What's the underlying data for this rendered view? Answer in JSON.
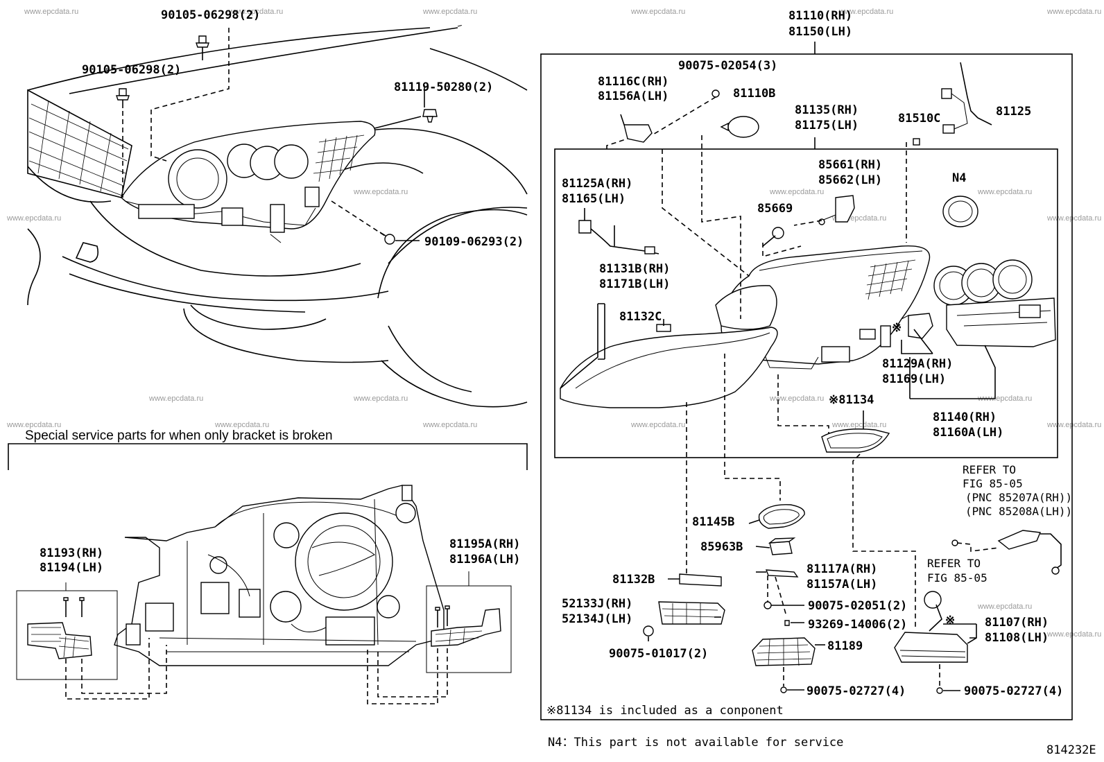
{
  "section_heading": "Special service parts for when only bracket is broken",
  "footnote_included": "※81134 is included as a conponent",
  "footnote_n4": "N4：This part is not available for service",
  "figure_code": "814232E",
  "watermark": "www.epcdata.ru",
  "refer_1": [
    "REFER TO",
    "FIG 85-05",
    "(PNC 85207A(RH))",
    "(PNC 85208A(LH))"
  ],
  "refer_2": [
    "REFER TO",
    "FIG 85-05"
  ],
  "labels": {
    "l_90105_a": "90105-06298(2)",
    "l_90105_b": "90105-06298(2)",
    "l_81119": "81119-50280(2)",
    "l_90109": "90109-06293(2)",
    "l_81110": [
      "81110(RH)",
      "81150(LH)"
    ],
    "l_90075_02054": "90075-02054(3)",
    "l_81116c": [
      "81116C(RH)",
      "81156A(LH)"
    ],
    "l_81110b": "81110B",
    "l_81135": [
      "81135(RH)",
      "81175(LH)"
    ],
    "l_81510c": "81510C",
    "l_81125": "81125",
    "l_85661": [
      "85661(RH)",
      "85662(LH)"
    ],
    "l_n4": "N4",
    "l_81125a": [
      "81125A(RH)",
      "81165(LH)"
    ],
    "l_85669": "85669",
    "l_81131b": [
      "81131B(RH)",
      "81171B(LH)"
    ],
    "l_81132c": "81132C",
    "l_81129a": [
      "81129A(RH)",
      "81169(LH)"
    ],
    "l_81134": "※81134",
    "l_81140": [
      "81140(RH)",
      "81160A(LH)"
    ],
    "l_81145b": "81145B",
    "l_85963b": "85963B",
    "l_81132b": "81132B",
    "l_81117a": [
      "81117A(RH)",
      "81157A(LH)"
    ],
    "l_90075_02051": "90075-02051(2)",
    "l_93269": "93269-14006(2)",
    "l_52133j": [
      "52133J(RH)",
      "52134J(LH)"
    ],
    "l_90075_01017": "90075-01017(2)",
    "l_81189": "81189",
    "l_81107": [
      "81107(RH)",
      "81108(LH)"
    ],
    "l_90075_02727_a": "90075-02727(4)",
    "l_90075_02727_b": "90075-02727(4)",
    "l_81193": [
      "81193(RH)",
      "81194(LH)"
    ],
    "l_81195a": [
      "81195A(RH)",
      "81196A(LH)"
    ],
    "mark_81129": "※",
    "mark_81107": "※"
  }
}
